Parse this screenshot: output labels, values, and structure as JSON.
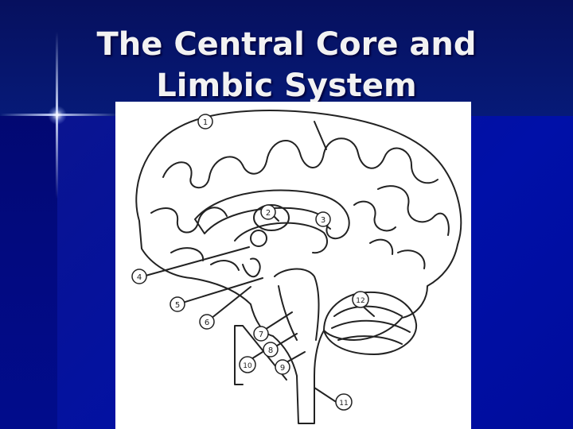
{
  "slide": {
    "title_line1": "The Central Core and",
    "title_line2": "Limbic System"
  },
  "figure": {
    "labels": [
      "1",
      "2",
      "3",
      "4",
      "5",
      "6",
      "7",
      "8",
      "9",
      "10",
      "11",
      "12"
    ]
  },
  "colors": {
    "background": "#000a8a",
    "title_text": "#f2f2f2",
    "figure_background": "#ffffff",
    "line_art": "#222222"
  }
}
